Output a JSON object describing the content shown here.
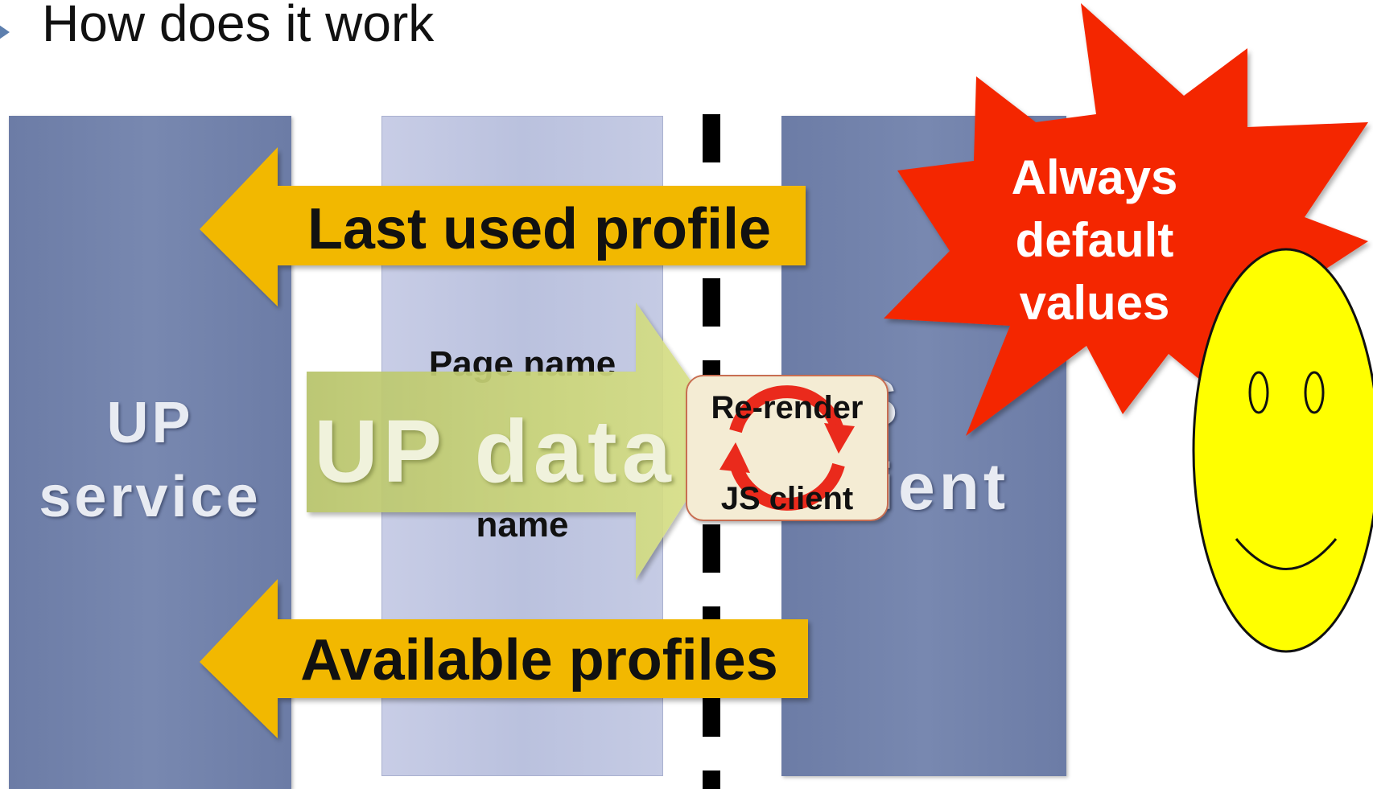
{
  "slide": {
    "heading": "How does it work"
  },
  "columns": {
    "up_service": [
      "UP",
      "service"
    ],
    "middle": [
      "Page name",
      "name"
    ],
    "js_client": [
      "JS",
      "client"
    ]
  },
  "arrows": {
    "last_used_profile": "Last used profile",
    "up_data": "UP data",
    "available_profiles": "Available profiles"
  },
  "rerender_box": {
    "top_label": "Re-render",
    "bottom_label": "JS client"
  },
  "starburst": {
    "lines": [
      "Always",
      "default",
      "values"
    ]
  },
  "colors": {
    "column_dark": "#7382aa",
    "column_light": "#bfc5e0",
    "arrow_yellow": "#f2b800",
    "arrow_green": "#c4cf70",
    "starburst_red": "#f42500",
    "smiley_yellow": "#ffff00"
  },
  "icons": {
    "bullet": "triangle-bullet-icon",
    "refresh": "refresh-cycle-icon",
    "smiley": "smiley-face-icon"
  }
}
